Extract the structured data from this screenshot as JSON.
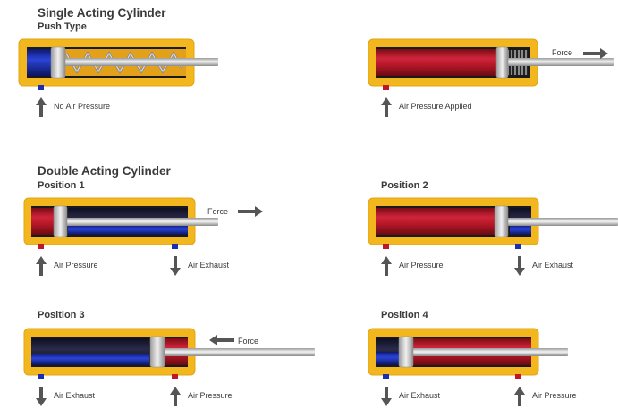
{
  "single": {
    "title": "Single Acting Cylinder",
    "subtitle": "Push Type",
    "left_label": "No Air Pressure",
    "right_force": "Force",
    "right_label": "Air Pressure Applied"
  },
  "double": {
    "title": "Double Acting Cylinder",
    "p1": {
      "title": "Position 1",
      "force": "Force",
      "left_label": "Air Pressure",
      "right_label": "Air Exhaust"
    },
    "p2": {
      "title": "Position 2",
      "left_label": "Air Pressure",
      "right_label": "Air Exhaust"
    },
    "p3": {
      "title": "Position 3",
      "force": "Force",
      "left_label": "Air Exhaust",
      "right_label": "Air Pressure"
    },
    "p4": {
      "title": "Position 4",
      "left_label": "Air Exhaust",
      "right_label": "Air Pressure"
    }
  },
  "colors": {
    "frame": "#f2b71e",
    "pressure_red": "#c0182a",
    "exhaust_blue": "#1a2fb0",
    "arrow": "#555555"
  }
}
